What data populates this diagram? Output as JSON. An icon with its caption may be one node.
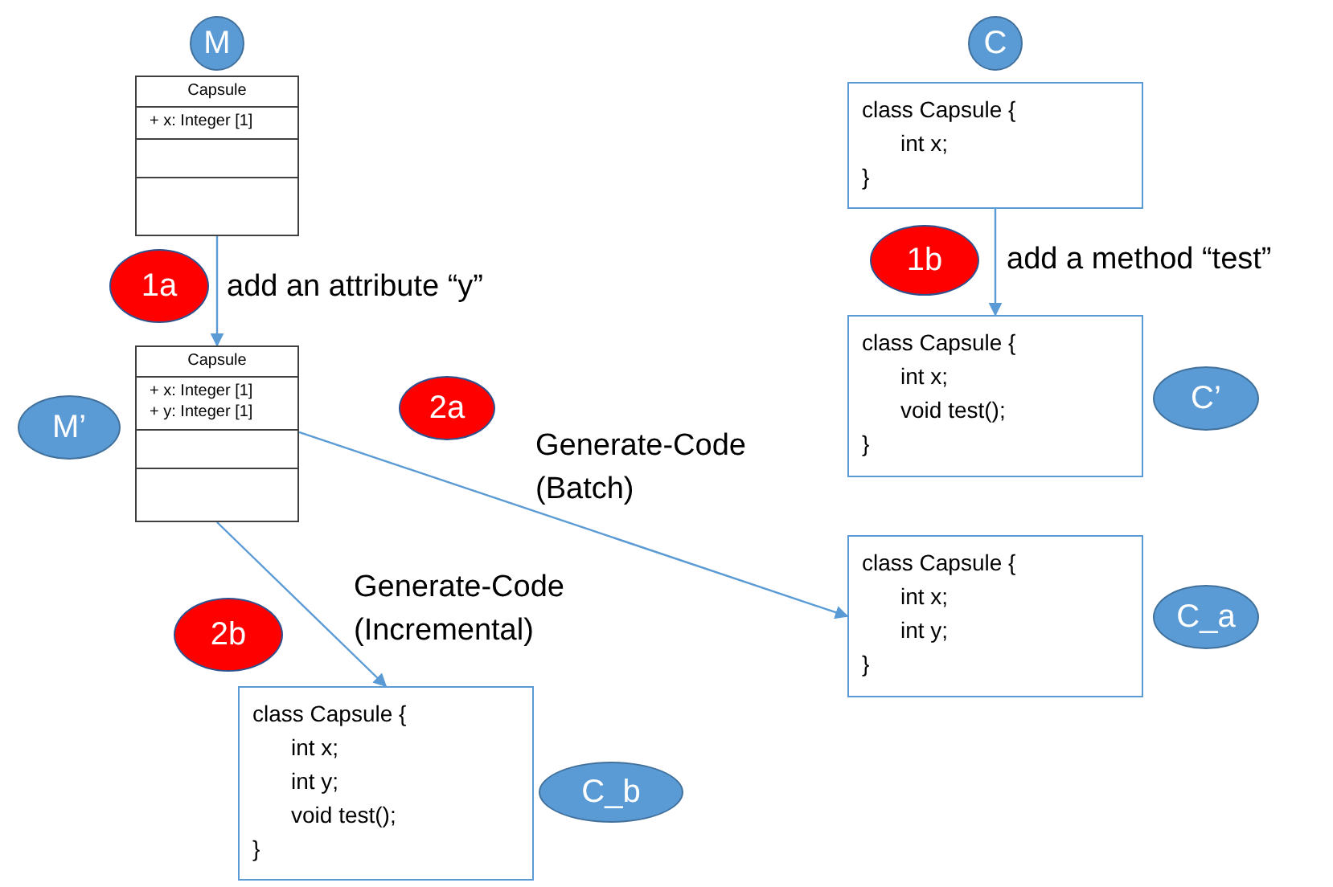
{
  "diagram": {
    "nodes": [
      {
        "text": [
          "M"
        ]
      },
      {
        "text": [
          "Capsule",
          "+ x: Integer [1]"
        ]
      },
      {
        "text": [
          "1a"
        ]
      },
      {
        "text": [
          "Capsule",
          "+ x: Integer [1]",
          "+ y: Integer [1]"
        ]
      },
      {
        "text": [
          "M’"
        ]
      },
      {
        "text": [
          "2a"
        ]
      },
      {
        "text": [
          "2b"
        ]
      },
      {
        "text": [
          "C"
        ]
      },
      {
        "text": [
          "class Capsule {",
          "int x;",
          "}"
        ]
      },
      {
        "text": [
          "1b"
        ]
      },
      {
        "text": [
          "class Capsule {",
          "int x;",
          "void test();",
          "}"
        ]
      },
      {
        "text": [
          "C’"
        ]
      },
      {
        "text": [
          "class Capsule {",
          "int x;",
          "int y;",
          "}"
        ]
      },
      {
        "text": [
          "C_a"
        ]
      },
      {
        "text": [
          "class Capsule {",
          "int x;",
          "int y;",
          "void test();",
          "}"
        ]
      },
      {
        "text": [
          "C_b"
        ]
      }
    ],
    "edges": [
      {
        "from": 1,
        "to": 3,
        "arrow": "to",
        "label": "add an attribute “y”"
      },
      {
        "from": 8,
        "to": 10,
        "arrow": "to",
        "label": "add a method “test”"
      },
      {
        "from": 3,
        "to": 12,
        "arrow": "to",
        "label": "Generate-Code (Batch)"
      },
      {
        "from": 3,
        "to": 14,
        "arrow": "to",
        "label": "Generate-Code (Incremental)"
      }
    ]
  }
}
